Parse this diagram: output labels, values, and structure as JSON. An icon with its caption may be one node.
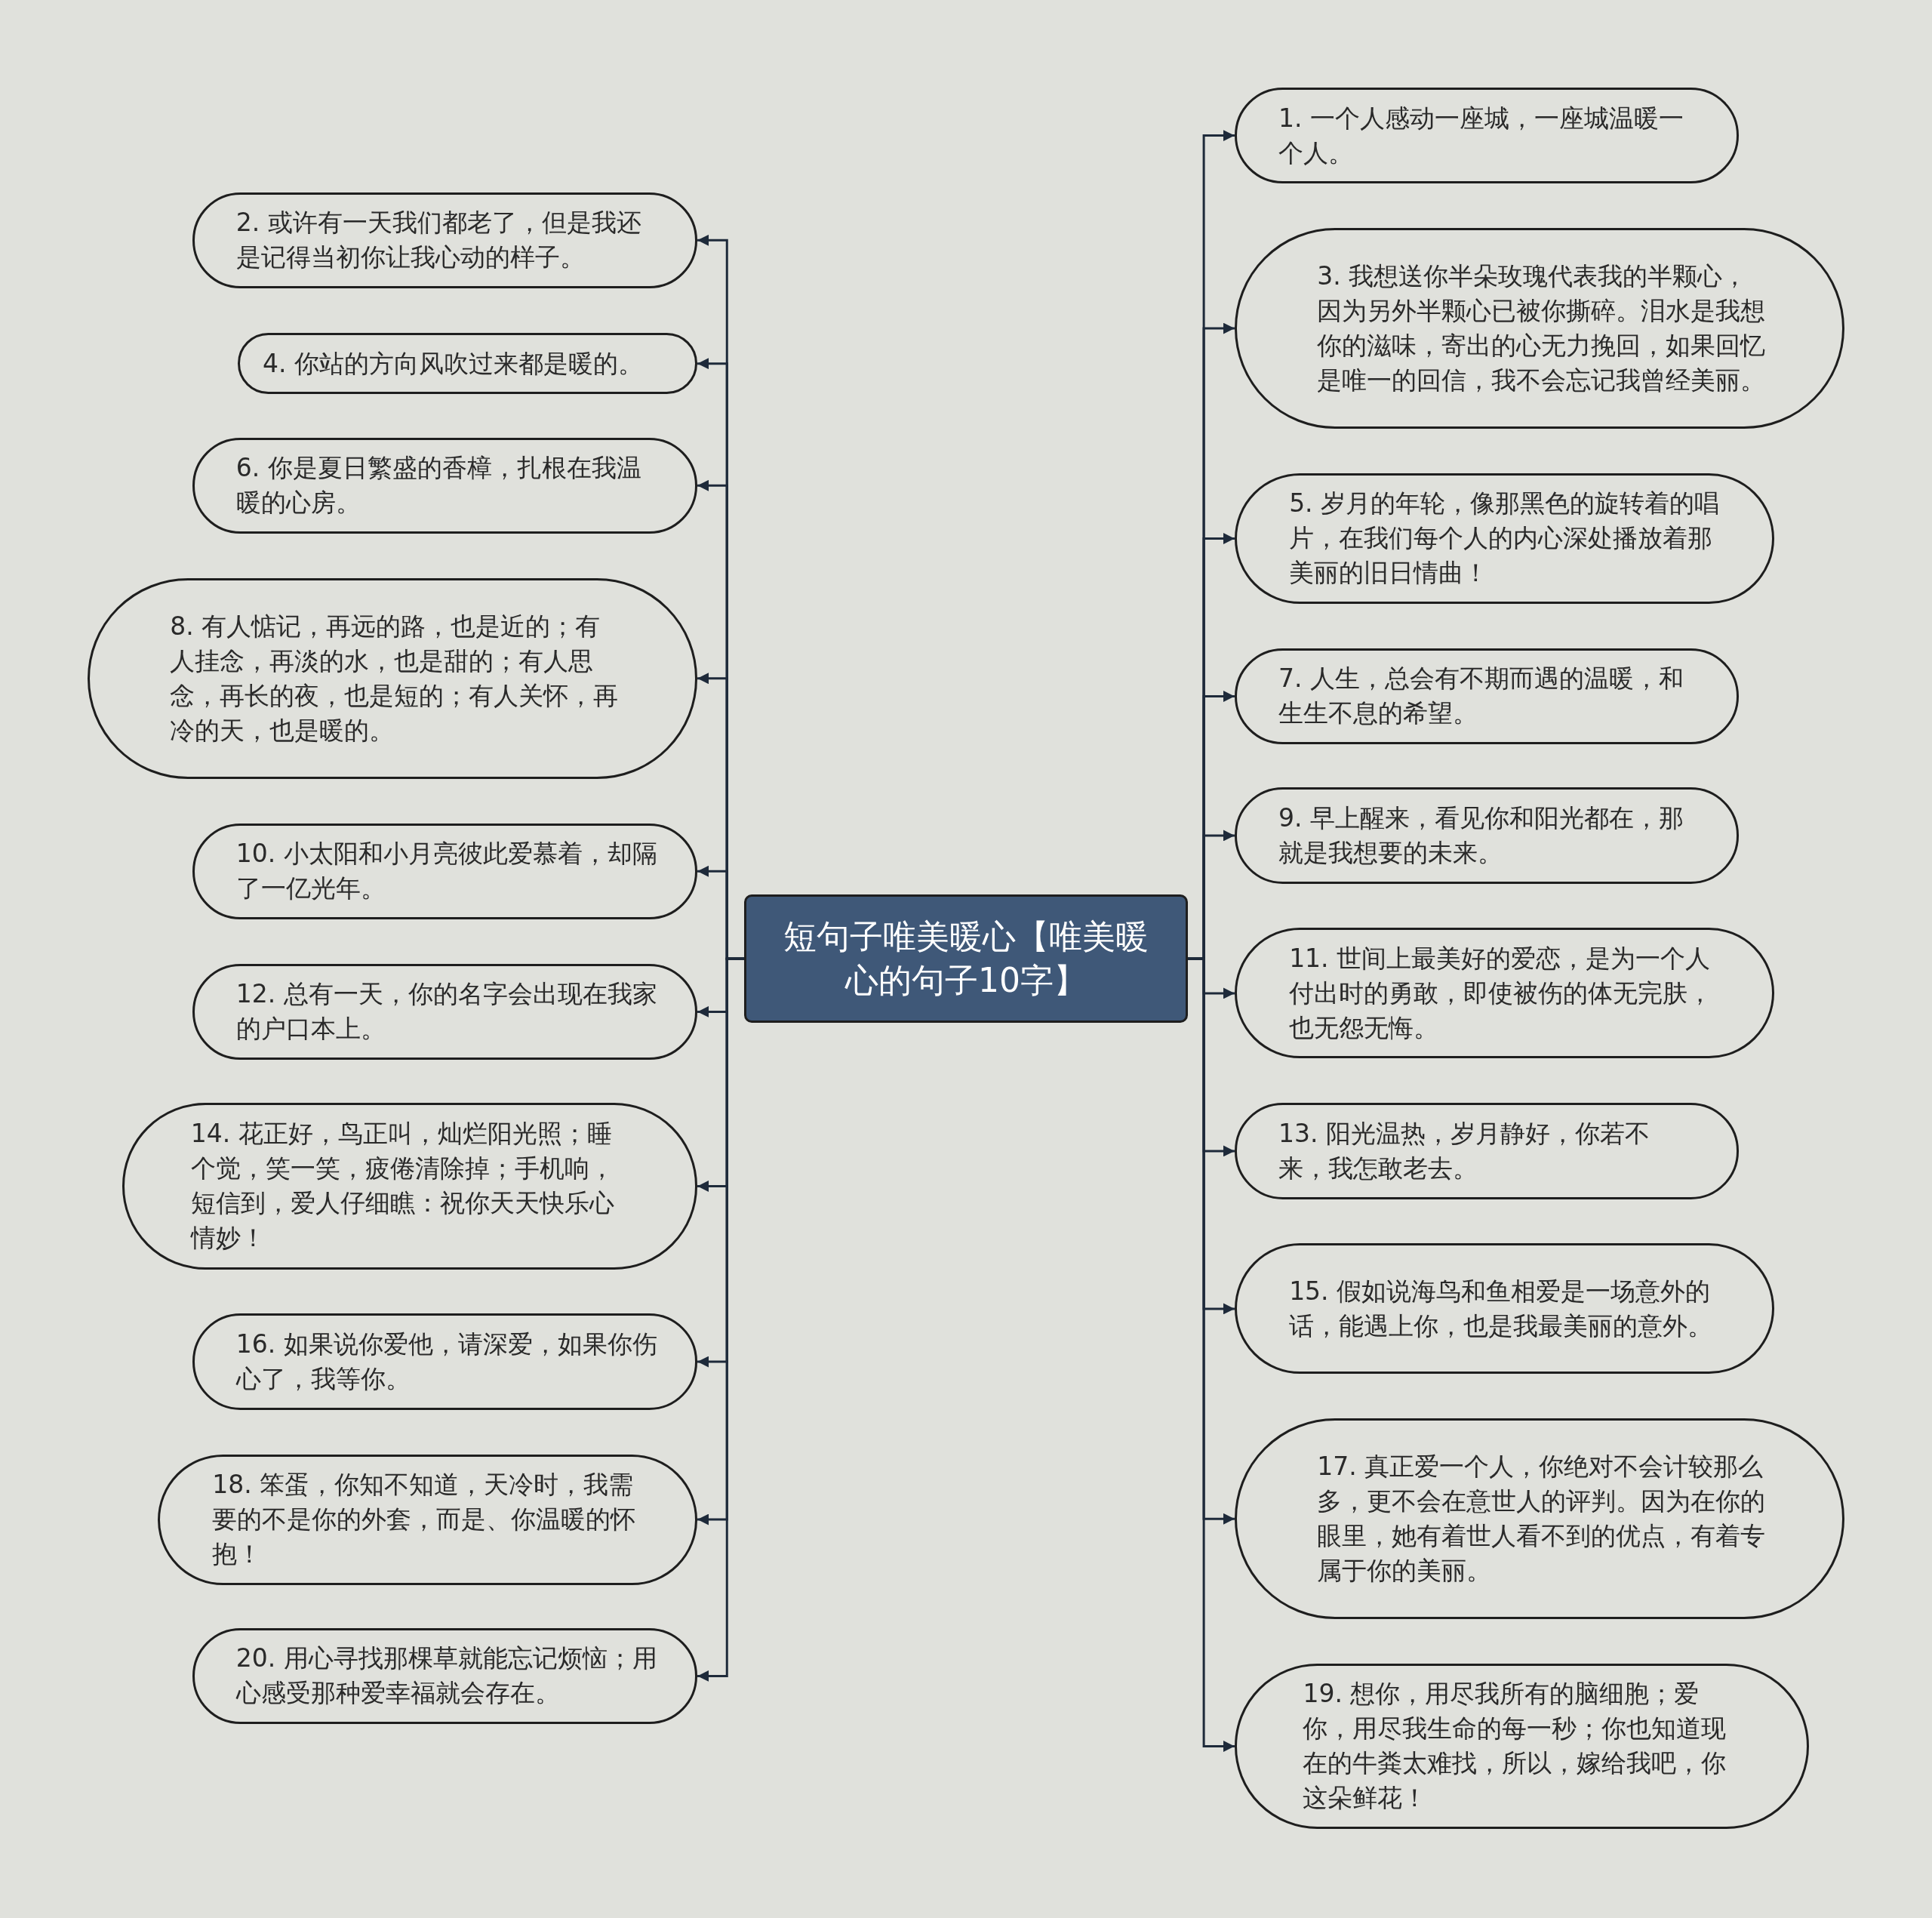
{
  "diagram": {
    "nodes": [
      {
        "text": [
          "短句子唯美暖心【唯美暖心的句子10字】"
        ]
      },
      {
        "text": [
          "1. 一个人感动一座城，一座城温暖一个人。"
        ]
      },
      {
        "text": [
          "2. 或许有一天我们都老了，但是我还是记得当初你让我心动的样子。"
        ]
      },
      {
        "text": [
          "3. 我想送你半朵玫瑰代表我的半颗心，因为另外半颗心已被你撕碎。泪水是我想你的滋味，寄出的心无力挽回，如果回忆是唯一的回信，我不会忘记我曾经美丽。"
        ]
      },
      {
        "text": [
          "4. 你站的方向风吹过来都是暖的。"
        ]
      },
      {
        "text": [
          "5. 岁月的年轮，像那黑色的旋转着的唱片，在我们每个人的内心深处播放着那美丽的旧日情曲！"
        ]
      },
      {
        "text": [
          "6. 你是夏日繁盛的香樟，扎根在我温暖的心房。"
        ]
      },
      {
        "text": [
          "7. 人生，总会有不期而遇的温暖，和生生不息的希望。"
        ]
      },
      {
        "text": [
          "8. 有人惦记，再远的路，也是近的；有人挂念，再淡的水，也是甜的；有人思念，再长的夜，也是短的；有人关怀，再冷的天，也是暖的。"
        ]
      },
      {
        "text": [
          "9. 早上醒来，看见你和阳光都在，那就是我想要的未来。"
        ]
      },
      {
        "text": [
          "10. 小太阳和小月亮彼此爱慕着，却隔了一亿光年。"
        ]
      },
      {
        "text": [
          "11. 世间上最美好的爱恋，是为一个人付出时的勇敢，即使被伤的体无完肤，也无怨无悔。"
        ]
      },
      {
        "text": [
          "12. 总有一天，你的名字会出现在我家的户口本上。"
        ]
      },
      {
        "text": [
          "13. 阳光温热，岁月静好，你若不来，我怎敢老去。"
        ]
      },
      {
        "text": [
          "14. 花正好，鸟正叫，灿烂阳光照；睡个觉，笑一笑，疲倦清除掉；手机响，短信到，爱人仔细瞧：祝你天天快乐心情妙！"
        ]
      },
      {
        "text": [
          "15. 假如说海鸟和鱼相爱是一场意外的话，能遇上你，也是我最美丽的意外。"
        ]
      },
      {
        "text": [
          "16. 如果说你爱他，请深爱，如果你伤心了，我等你。"
        ]
      },
      {
        "text": [
          "17. 真正爱一个人，你绝对不会计较那么多，更不会在意世人的评判。因为在你的眼里，她有着世人看不到的优点，有着专属于你的美丽。"
        ]
      },
      {
        "text": [
          "18. 笨蛋，你知不知道，天冷时，我需要的不是你的外套，而是、你温暖的怀抱！"
        ]
      },
      {
        "text": [
          "19. 想你，用尽我所有的脑细胞；爱你，用尽我生命的每一秒；你也知道现在的牛粪太难找，所以，嫁给我吧，你这朵鲜花！"
        ]
      },
      {
        "text": [
          "20. 用心寻找那棵草就能忘记烦恼；用心感受那种爱幸福就会存在。"
        ]
      }
    ],
    "edges": [
      {
        "from": 0,
        "to": 1,
        "arrow": "to"
      },
      {
        "from": 0,
        "to": 2,
        "arrow": "to"
      },
      {
        "from": 0,
        "to": 3,
        "arrow": "to"
      },
      {
        "from": 0,
        "to": 4,
        "arrow": "to"
      },
      {
        "from": 0,
        "to": 5,
        "arrow": "to"
      },
      {
        "from": 0,
        "to": 6,
        "arrow": "to"
      },
      {
        "from": 0,
        "to": 7,
        "arrow": "to"
      },
      {
        "from": 0,
        "to": 8,
        "arrow": "to"
      },
      {
        "from": 0,
        "to": 9,
        "arrow": "to"
      },
      {
        "from": 0,
        "to": 10,
        "arrow": "to"
      },
      {
        "from": 0,
        "to": 11,
        "arrow": "to"
      },
      {
        "from": 0,
        "to": 12,
        "arrow": "to"
      },
      {
        "from": 0,
        "to": 13,
        "arrow": "to"
      },
      {
        "from": 0,
        "to": 14,
        "arrow": "to"
      },
      {
        "from": 0,
        "to": 15,
        "arrow": "to"
      },
      {
        "from": 0,
        "to": 16,
        "arrow": "to"
      },
      {
        "from": 0,
        "to": 17,
        "arrow": "to"
      },
      {
        "from": 0,
        "to": 18,
        "arrow": "to"
      },
      {
        "from": 0,
        "to": 19,
        "arrow": "to"
      },
      {
        "from": 0,
        "to": 20,
        "arrow": "to"
      }
    ]
  }
}
